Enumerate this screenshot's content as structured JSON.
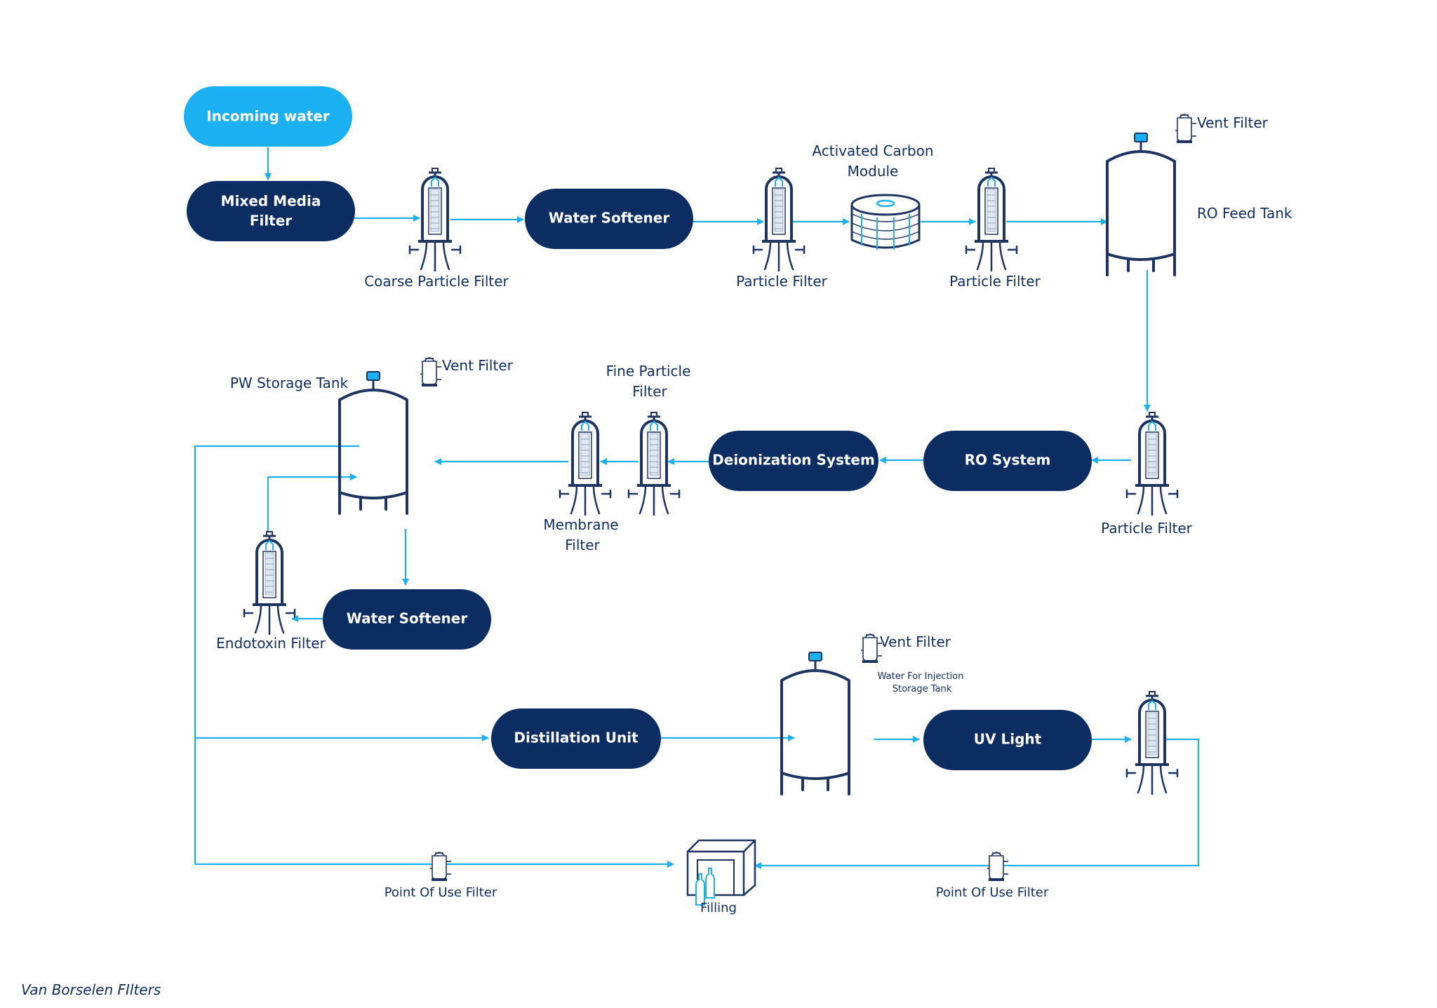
{
  "colors": {
    "navy": "#0c2d62",
    "sky": "#1ab0f2",
    "line": "#1ab0f2",
    "text": "#0e2d5e"
  },
  "nodes": {
    "incoming_water": "Incoming water",
    "mixed_media_filter": [
      "Mixed Media",
      "Filter"
    ],
    "water_softener_1": "Water Softener",
    "ro_system": "RO System",
    "deionization_system": "Deionization System",
    "water_softener_2": "Water Softener",
    "distillation_unit": "Distillation Unit",
    "uv_light": "UV Light"
  },
  "labels": {
    "coarse_particle_filter": "Coarse Particle Filter",
    "particle_filter_1": "Particle Filter",
    "activated_carbon_module": [
      "Activated Carbon",
      "Module"
    ],
    "particle_filter_2": "Particle Filter",
    "vent_filter_1": "Vent Filter",
    "ro_feed_tank": "RO Feed Tank",
    "particle_filter_3": "Particle Filter",
    "fine_particle_filter": [
      "Fine Particle",
      "Filter"
    ],
    "membrane_filter": [
      "Membrane",
      "Filter"
    ],
    "pw_storage_tank": "PW Storage Tank",
    "vent_filter_2": "Vent Filter",
    "endotoxin_filter": "Endotoxin Filter",
    "vent_filter_3": "Vent Filter",
    "wfi_storage_tank": [
      "Water For Injection",
      "Storage Tank"
    ],
    "point_of_use_filter_1": "Point Of Use Filter",
    "point_of_use_filter_2": "Point Of Use Filter",
    "filling": "Filling"
  },
  "footer": "Van Borselen FIlters"
}
